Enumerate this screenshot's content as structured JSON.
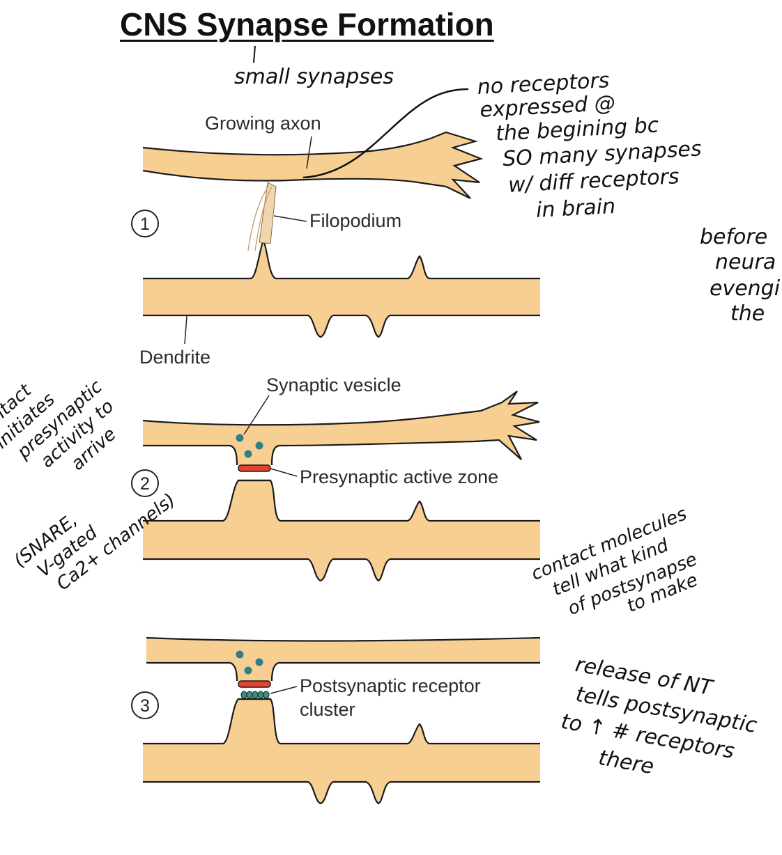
{
  "title": "CNS Synapse Formation",
  "colors": {
    "neurite": "#f8cf92",
    "outline": "#1a1a1a",
    "vesicle": "#2f7f86",
    "active_zone": "#e2452f",
    "receptor": "#3a8f88"
  },
  "stages": [
    {
      "number": "1",
      "labels": {
        "axon": "Growing axon",
        "filopodium": "Filopodium",
        "dendrite": "Dendrite"
      }
    },
    {
      "number": "2",
      "labels": {
        "vesicle": "Synaptic vesicle",
        "active_zone": "Presynaptic active zone"
      }
    },
    {
      "number": "3",
      "labels": {
        "receptor_line1": "Postsynaptic receptor",
        "receptor_line2": "cluster"
      }
    }
  ],
  "handwritten_notes": {
    "small": "small synapses",
    "no_receptors": [
      "no receptors",
      "expressed @",
      "the begining bc",
      "SO many synapses",
      "w/ diff receptors",
      "in brain"
    ],
    "before": [
      "before",
      "neura",
      "evengi",
      "the"
    ],
    "contact": [
      "contact",
      "initiates",
      "presynaptic",
      "activity to",
      "arrive"
    ],
    "snare": [
      "(SNARE,",
      "V-gated",
      "Ca2+ channels)"
    ],
    "contact_molecules": [
      "contact molecules",
      "tell what kind",
      "of postsynapse",
      "to make"
    ],
    "release": [
      "release of NT",
      "tells postsynaptic",
      "to ↑ # receptors",
      "there"
    ]
  }
}
